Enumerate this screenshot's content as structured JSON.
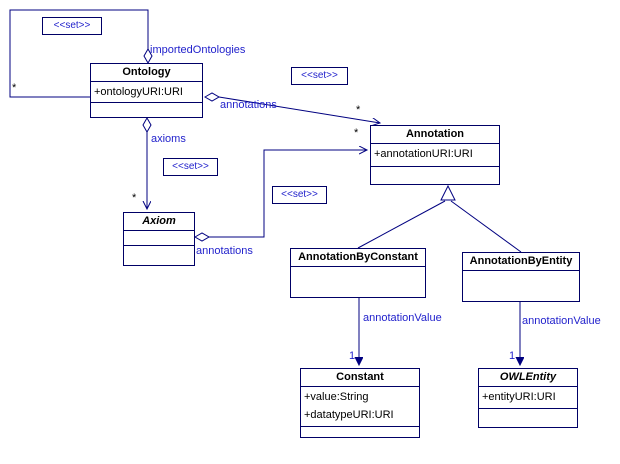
{
  "colors": {
    "line": "#000080",
    "class_border": "#000066",
    "label": "#2222cc",
    "text": "#000000",
    "background": "#ffffff"
  },
  "stereotype_label": "<<set>>",
  "classes": {
    "ontology": {
      "name": "Ontology",
      "attributes": [
        "+ontologyURI:URI"
      ]
    },
    "annotation": {
      "name": "Annotation",
      "attributes": [
        "+annotationURI:URI"
      ]
    },
    "axiom": {
      "name": "Axiom",
      "attributes": []
    },
    "annotation_by_constant": {
      "name": "AnnotationByConstant",
      "attributes": []
    },
    "annotation_by_entity": {
      "name": "AnnotationByEntity",
      "attributes": []
    },
    "constant": {
      "name": "Constant",
      "attributes": [
        "+value:String",
        "+datatypeURI:URI"
      ]
    },
    "owl_entity": {
      "name": "OWLEntity",
      "attributes": [
        "+entityURI:URI"
      ]
    }
  },
  "associations": {
    "imported_ontologies": {
      "label": "importedOntologies",
      "multiplicity": "*"
    },
    "ontology_annotations": {
      "label": "annotations",
      "multiplicity": "*"
    },
    "axioms": {
      "label": "axioms",
      "multiplicity": "*"
    },
    "axiom_annotations": {
      "label": "annotations",
      "multiplicity": "*"
    },
    "constant_value": {
      "label": "annotationValue",
      "multiplicity": "1"
    },
    "entity_value": {
      "label": "annotationValue",
      "multiplicity": "1"
    }
  }
}
